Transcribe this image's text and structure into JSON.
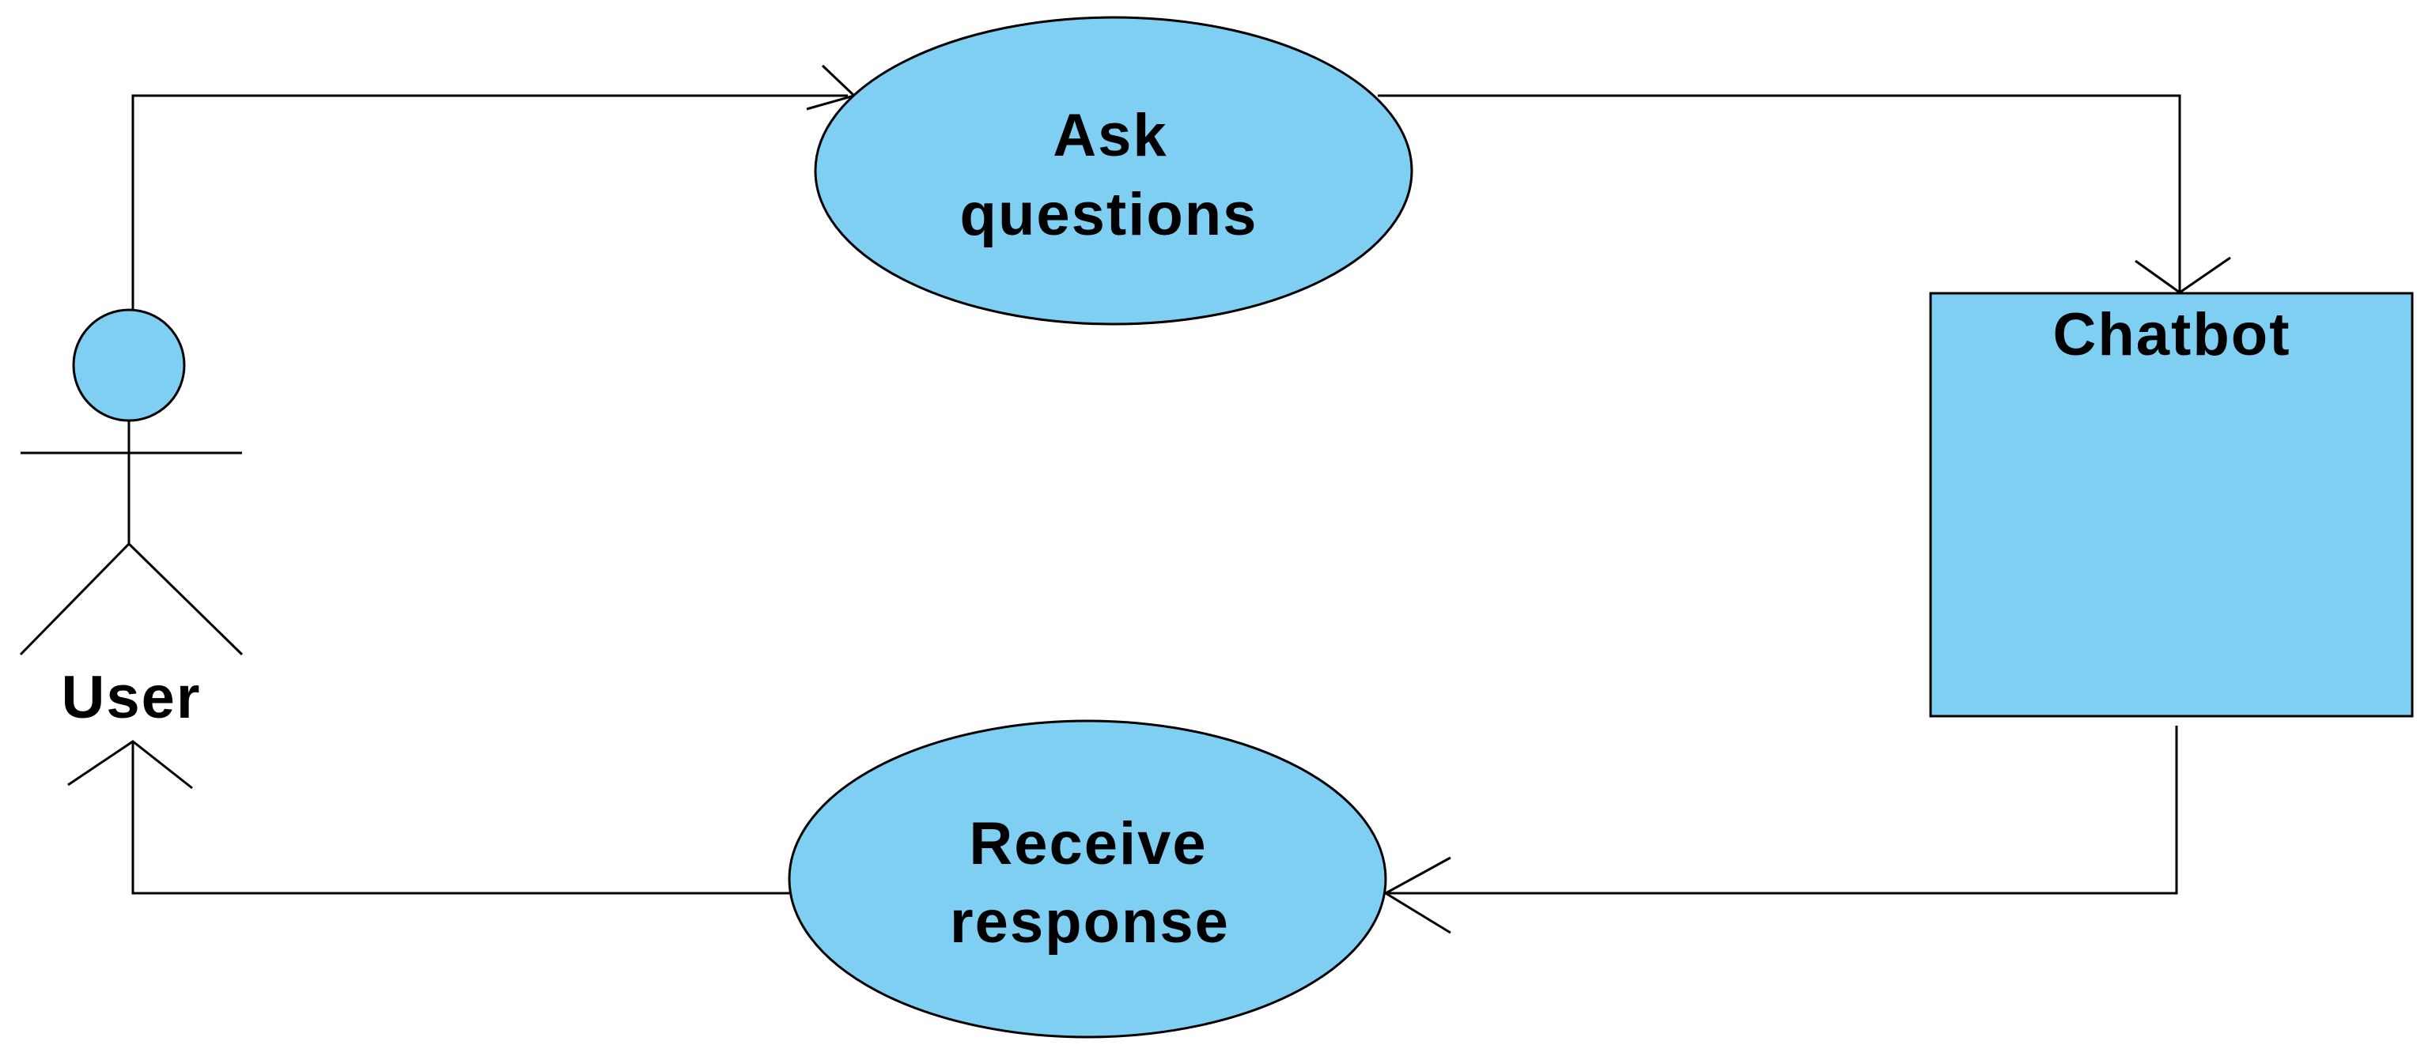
{
  "diagram": {
    "type": "use-case",
    "colors": {
      "fill": "#7fcff3",
      "stroke": "#000000",
      "background": "#ffffff"
    },
    "actor": {
      "label": "User"
    },
    "use_cases": [
      {
        "id": "ask",
        "line1": "Ask",
        "line2": "questions"
      },
      {
        "id": "receive",
        "line1": "Receive",
        "line2": "response"
      }
    ],
    "system": {
      "label": "Chatbot"
    },
    "edges": [
      {
        "from": "User",
        "to": "Ask questions"
      },
      {
        "from": "Ask questions",
        "to": "Chatbot"
      },
      {
        "from": "Chatbot",
        "to": "Receive response"
      },
      {
        "from": "Receive response",
        "to": "User"
      }
    ]
  }
}
